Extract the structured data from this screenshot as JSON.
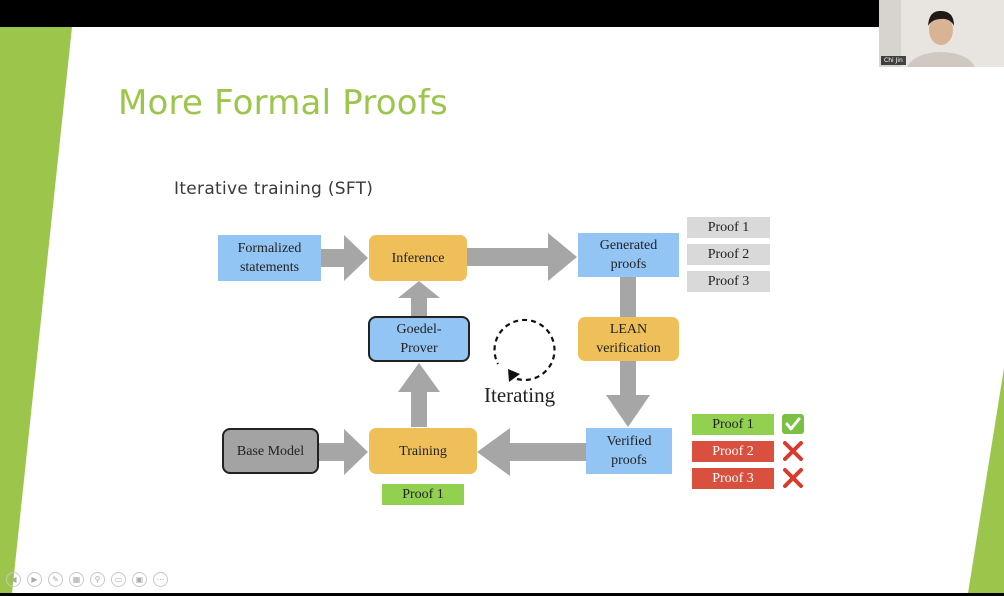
{
  "slide": {
    "title": "More Formal Proofs",
    "subtitle": "Iterative training (SFT)",
    "accent_color": "#9cc64b"
  },
  "diagram": {
    "formalized_statements": "Formalized statements",
    "inference": "Inference",
    "generated_proofs": "Generated proofs",
    "goedel_prover": "Goedel-Prover",
    "lean_verification": "LEAN verification",
    "base_model": "Base Model",
    "training": "Training",
    "verified_proofs": "Verified proofs",
    "iterating_label": "Iterating",
    "generated_list": [
      "Proof 1",
      "Proof 2",
      "Proof 3"
    ],
    "verified_list": [
      {
        "label": "Proof 1",
        "status": "pass"
      },
      {
        "label": "Proof 2",
        "status": "fail"
      },
      {
        "label": "Proof 3",
        "status": "fail"
      }
    ],
    "training_input": "Proof 1"
  },
  "webcam": {
    "name": "Chi Jin"
  },
  "toolbar": {
    "icons": [
      "prev-icon",
      "next-icon",
      "pen-icon",
      "slides-icon",
      "zoom-icon",
      "subtitles-icon",
      "camera-icon",
      "more-icon"
    ]
  }
}
